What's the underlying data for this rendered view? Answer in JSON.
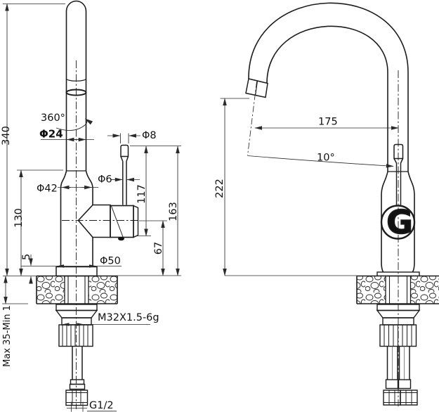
{
  "colors": {
    "background": "#ffffff",
    "line": "#1c1c1c",
    "dim_line": "#2a2a2a"
  },
  "labels": {
    "total_height": "340",
    "swivel_angle": "360°",
    "spout_diameter": "Φ24",
    "body_diameter": "Φ42",
    "handle_tip_diameter": "Φ8",
    "handle_rod_diameter": "Φ6",
    "handle_span": "117",
    "handle_top_to_deck": "163",
    "valve_center_to_deck": "67",
    "flare_to_deck": "130",
    "base_plate_height": "5",
    "base_plate_diameter": "Φ50",
    "deck_thickness_range": "Max 35-Min 1",
    "mount_thread": "M32X1.5-6g",
    "inlet_thread": "G1/2",
    "spout_reach": "175",
    "outlet_angle": "10°",
    "outlet_height": "222"
  },
  "logo": {
    "letter": "G"
  }
}
